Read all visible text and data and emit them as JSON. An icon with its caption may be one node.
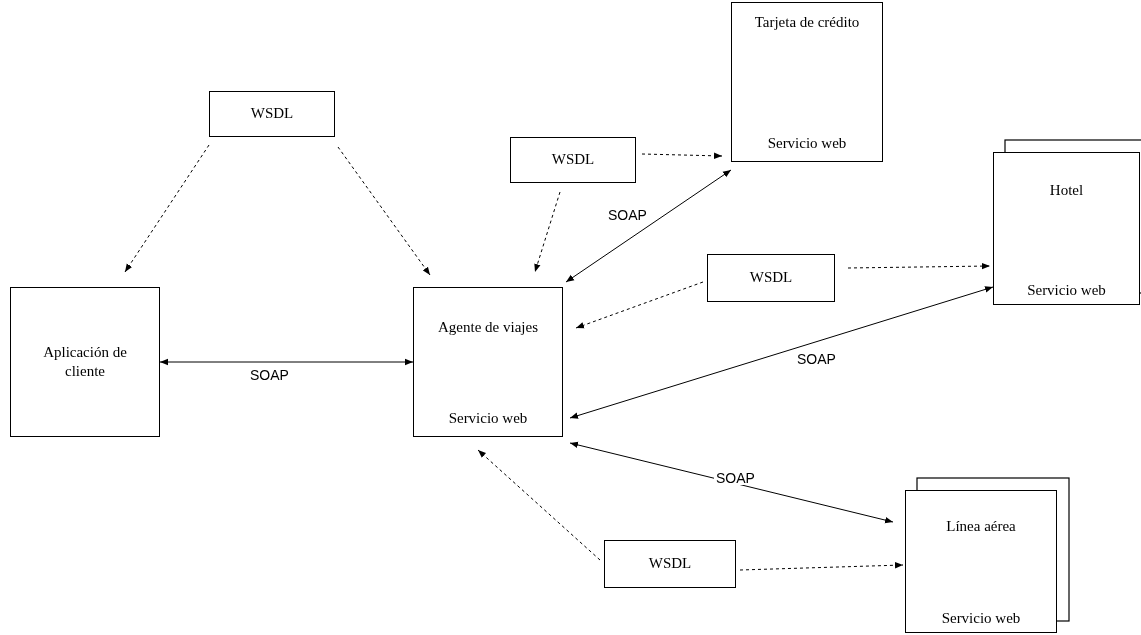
{
  "diagram": {
    "nodes": [
      {
        "text": [
          "WSDL"
        ]
      },
      {
        "text": [
          "Aplicación de cliente"
        ]
      },
      {
        "text": [
          "Agente de viajes",
          "Servicio web"
        ]
      },
      {
        "text": [
          "Tarjeta de crédito",
          "Servicio web"
        ]
      },
      {
        "text": [
          "WSDL"
        ]
      },
      {
        "text": [
          "Hotel",
          "Servicio web"
        ]
      },
      {
        "text": [
          "WSDL"
        ]
      },
      {
        "text": [
          "Línea aérea",
          "Servicio web"
        ]
      },
      {
        "text": [
          "WSDL"
        ]
      }
    ],
    "edges": [
      {
        "from": 0,
        "to": 1,
        "arrow": "to",
        "style": "dashed"
      },
      {
        "from": 0,
        "to": 2,
        "arrow": "to",
        "style": "dashed"
      },
      {
        "from": 4,
        "to": 3,
        "arrow": "to",
        "style": "dashed"
      },
      {
        "from": 4,
        "to": 2,
        "arrow": "to",
        "style": "dashed"
      },
      {
        "from": 2,
        "to": 3,
        "arrow": "both",
        "label": "SOAP"
      },
      {
        "from": 6,
        "to": 2,
        "arrow": "to",
        "style": "dashed"
      },
      {
        "from": 6,
        "to": 5,
        "arrow": "to",
        "style": "dashed"
      },
      {
        "from": 2,
        "to": 5,
        "arrow": "both",
        "label": "SOAP"
      },
      {
        "from": 2,
        "to": 7,
        "arrow": "both",
        "label": "SOAP"
      },
      {
        "from": 8,
        "to": 2,
        "arrow": "to",
        "style": "dashed"
      },
      {
        "from": 8,
        "to": 7,
        "arrow": "to",
        "style": "dashed"
      },
      {
        "from": 1,
        "to": 2,
        "arrow": "both",
        "label": "SOAP"
      }
    ]
  }
}
